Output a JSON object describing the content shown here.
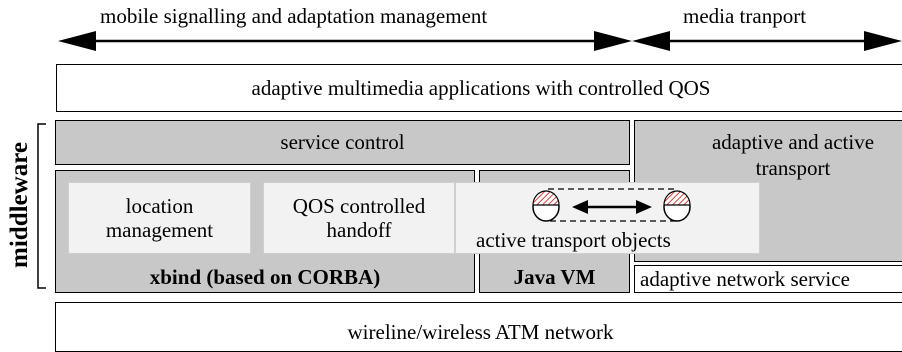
{
  "header": {
    "left_label": "mobile signalling and adaptation management",
    "right_label": "media tranport"
  },
  "layers": {
    "applications": "adaptive multimedia applications with controlled QOS",
    "service_control": "service control",
    "adaptive_active_transport": "adaptive and active transport",
    "location_management": "location management",
    "qos_handoff": "QOS controlled handoff",
    "active_transport_objects": "active transport objects",
    "xbind": "xbind (based on CORBA)",
    "java_vm": "Java VM",
    "adaptive_network_service": "adaptive network service",
    "atm_network": "wireline/wireless ATM network"
  },
  "side_label": "middleware",
  "colors": {
    "grey_fill": "#c8c8c8",
    "light_fill": "#f2f2f2",
    "hatch_red": "#d94040"
  }
}
